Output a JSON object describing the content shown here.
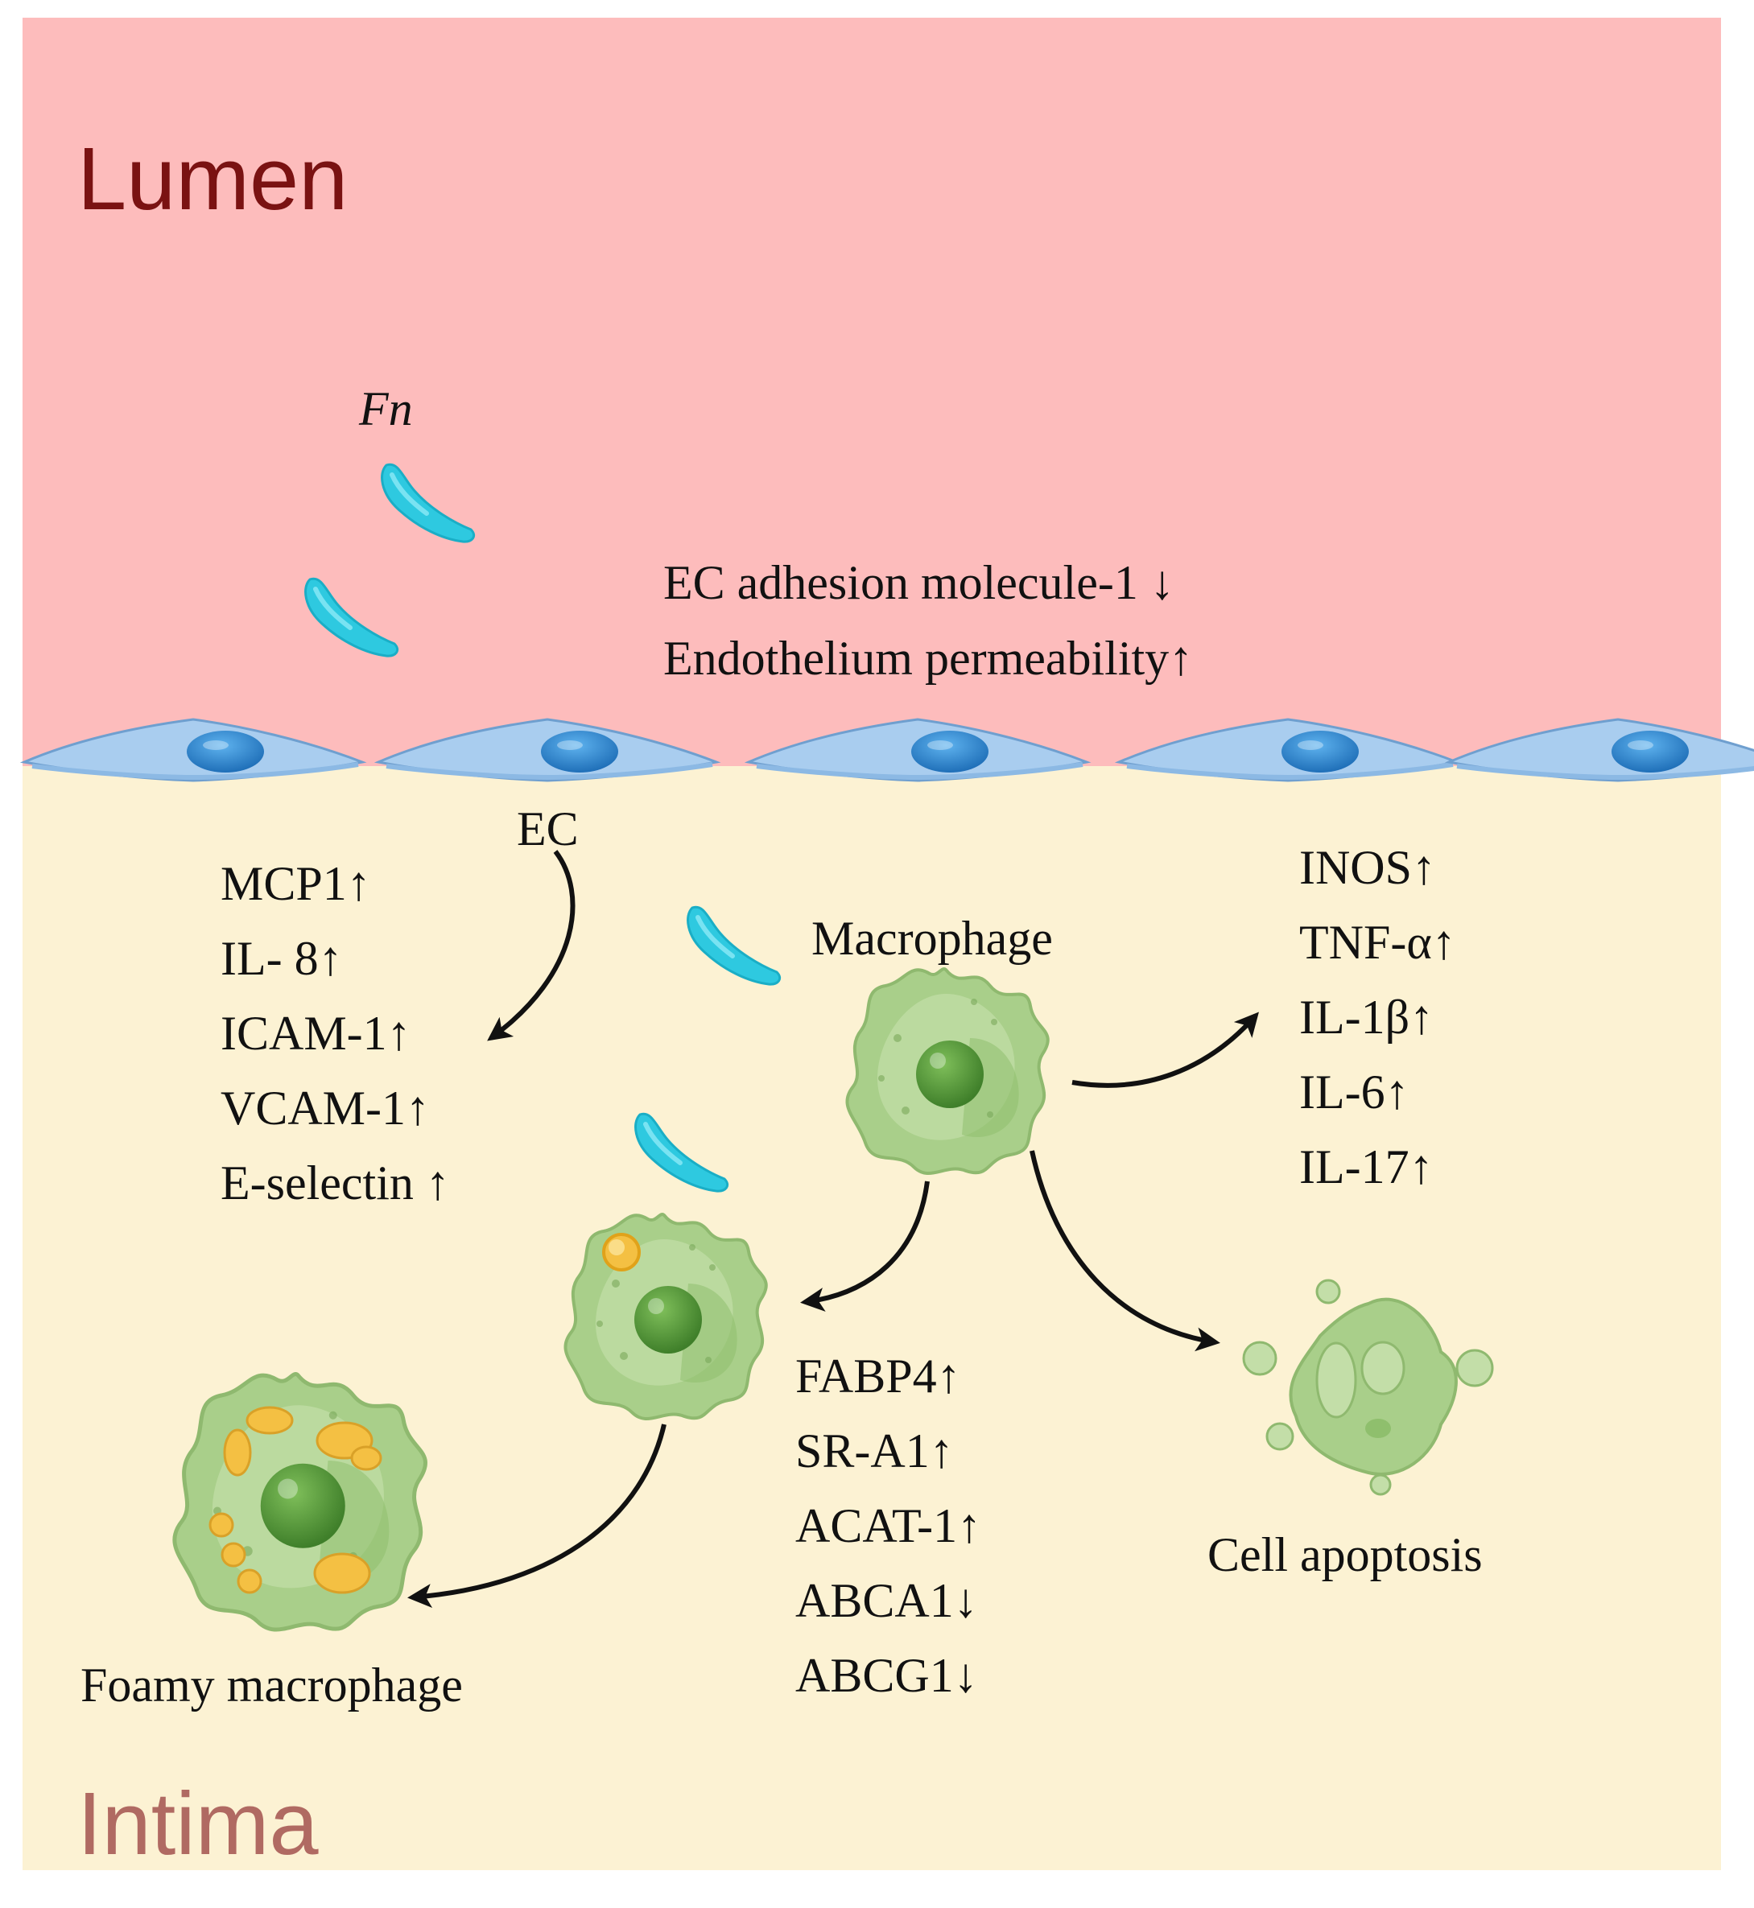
{
  "regions": {
    "lumen": {
      "title": "Lumen",
      "color": "#7a1212"
    },
    "intima": {
      "title": "Intima",
      "color": "#b06a62"
    }
  },
  "bacteria": {
    "label": "Fn",
    "color": "#2ec9e0"
  },
  "endothelium_effects": [
    "EC adhesion molecule-1 ↓",
    "Endothelium permeability↑"
  ],
  "ec_label": "EC",
  "ec_markers": [
    "MCP1↑",
    "IL- 8↑",
    "ICAM-1↑",
    "VCAM-1↑",
    "E-selectin ↑"
  ],
  "macrophage_label": "Macrophage",
  "inflammatory_markers": [
    "INOS↑",
    "TNF-α↑",
    "IL-1β↑",
    "IL-6↑",
    "IL-17↑"
  ],
  "lipid_markers": [
    "FABP4↑",
    "SR-A1↑",
    "ACAT-1↑",
    "ABCA1↓",
    "ABCG1↓"
  ],
  "foamy_label": "Foamy macrophage",
  "apoptosis_label": "Cell apoptosis",
  "colors": {
    "lumen_bg": "#fdbcbc",
    "intima_bg": "#fcf2d3",
    "endothelial_cell": "#a9cdef",
    "endothelial_nucleus": "#2f8bd2",
    "cell_body": "#a9cf8a",
    "cell_nucleus": "#5a9a3a",
    "lipid": "#f4c043"
  }
}
